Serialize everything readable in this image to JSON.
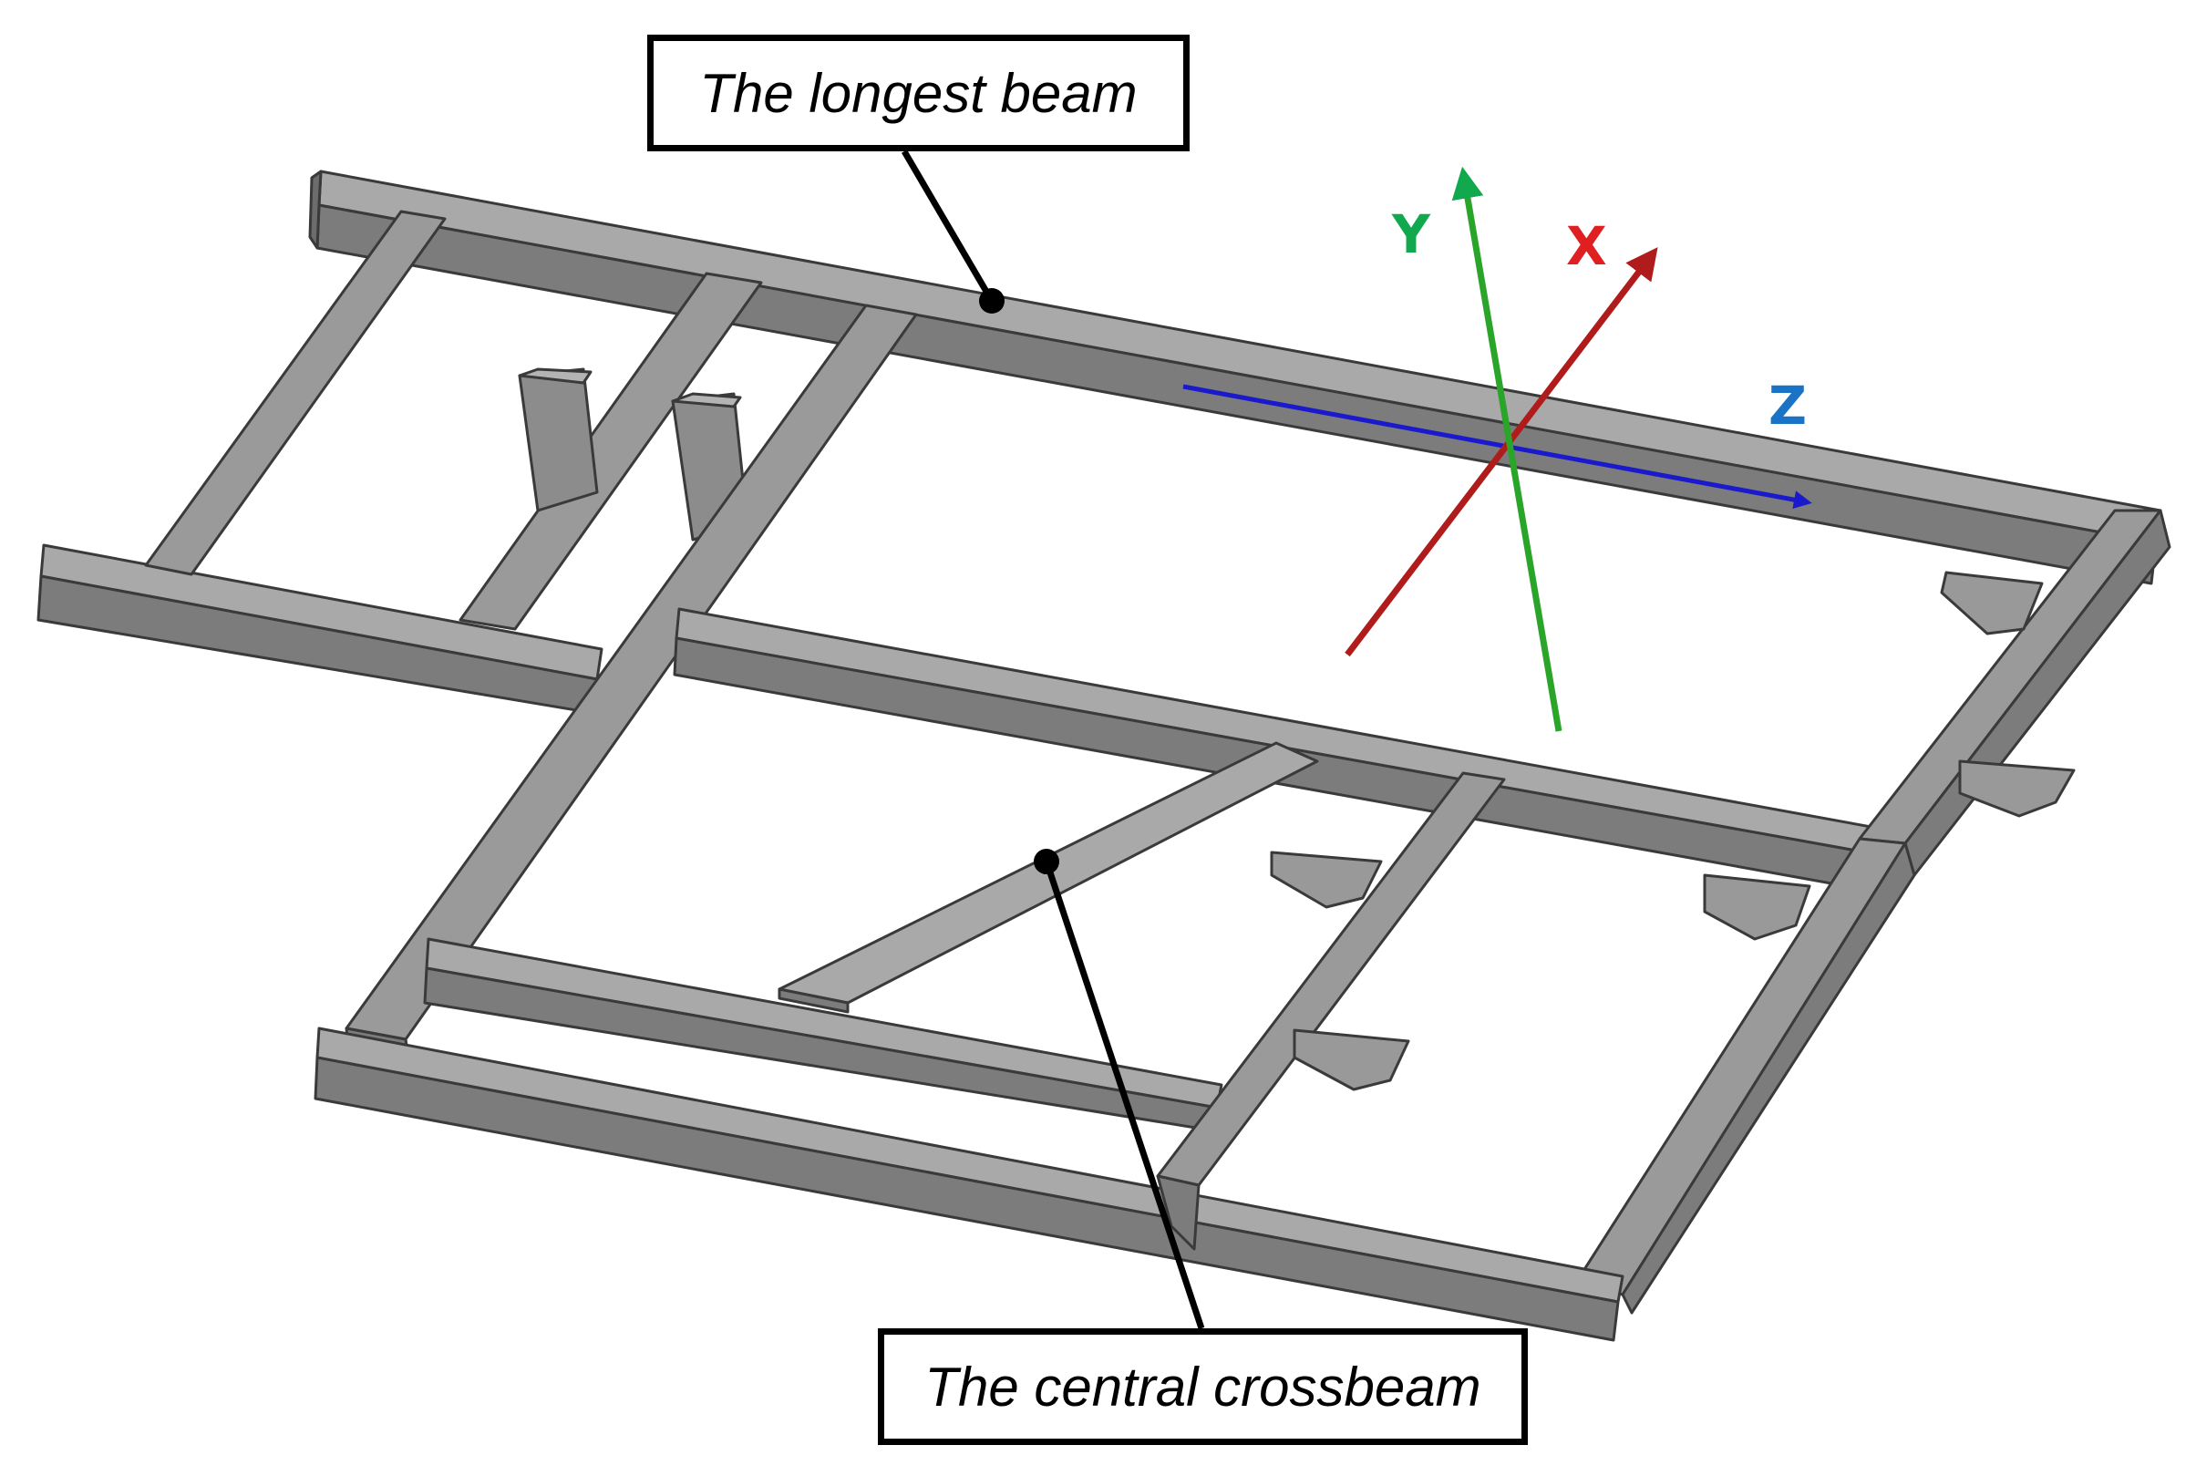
{
  "callouts": {
    "longest_beam": "The longest beam",
    "central_crossbeam": "The central crossbeam"
  },
  "axes": {
    "y": {
      "label": "Y",
      "color": "#11a84e"
    },
    "x": {
      "label": "X",
      "color": "#e02020"
    },
    "z": {
      "label": "Z",
      "color": "#1a73c4"
    }
  },
  "colors": {
    "beam_top": "#a9a9a9",
    "beam_side": "#7c7c7c",
    "beam_edge": "#3a3a3a",
    "leader": "#000000"
  }
}
